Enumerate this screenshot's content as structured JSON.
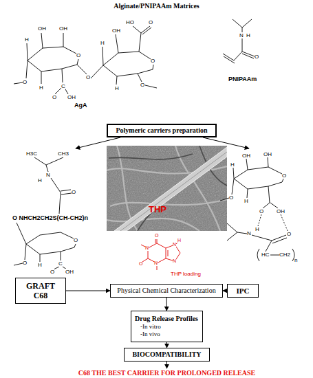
{
  "diagram": {
    "title": "Alginate/PNIPAAm Matrices",
    "nodes": [
      {
        "text": [
          "Polymeric carriers preparation"
        ]
      },
      {
        "text": [
          "GRAFT C68"
        ]
      },
      {
        "text": [
          "Physical Chemical Characterization"
        ]
      },
      {
        "text": [
          "IPC"
        ]
      },
      {
        "text": [
          "Drug Release Profiles",
          "-In vitro",
          "-In vivo"
        ]
      },
      {
        "text": [
          "BIOCOMPATIBILITY"
        ]
      }
    ],
    "edges": [
      {
        "from": 1,
        "to": 2,
        "arrow": "to"
      },
      {
        "from": 3,
        "to": 2,
        "arrow": "to"
      },
      {
        "from": 2,
        "to": 4,
        "arrow": "to"
      },
      {
        "from": 4,
        "to": 5,
        "arrow": "to"
      }
    ],
    "labels": [
      "OH",
      "OH",
      "H",
      "O",
      "O",
      "O",
      "H",
      "C",
      "O",
      "OH",
      "HO",
      "O",
      "OH",
      "H",
      "O",
      "H",
      "O",
      "AgA",
      "N",
      "H",
      "O",
      "PNIPAAm",
      "H3C",
      "CH3",
      "H",
      "N",
      "O",
      "O NHCH2CH2S(CH-CH2)n",
      "O",
      "O",
      "H",
      "C",
      "O",
      "OH",
      "THP",
      "O",
      "N",
      "N",
      "H",
      "O",
      "N",
      "N",
      "THP loading",
      "OH",
      "OH",
      "H",
      "O",
      "O",
      "H",
      "O",
      "OH",
      "N",
      "H",
      "O",
      "HC",
      "CH2",
      "n",
      "C68 THE BEST CARRIER FOR PROLONGED RELEASE"
    ]
  }
}
